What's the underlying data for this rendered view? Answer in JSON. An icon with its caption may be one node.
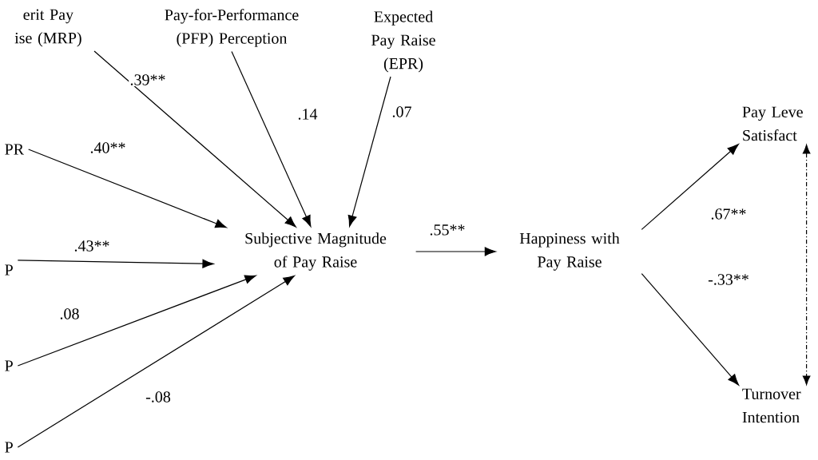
{
  "diagram": {
    "nodes": [
      {
        "text": [
          "erit Pay ise (MRP)"
        ]
      },
      {
        "text": [
          "Pay-for-Performance (PFP) Perception"
        ]
      },
      {
        "text": [
          "Expected Pay Raise (EPR)"
        ]
      },
      {
        "text": [
          "PR"
        ]
      },
      {
        "text": [
          "P"
        ]
      },
      {
        "text": [
          "P"
        ]
      },
      {
        "text": [
          "P"
        ]
      },
      {
        "text": [
          "Subjective Magnitude of Pay Raise"
        ]
      },
      {
        "text": [
          "Happiness with Pay Raise"
        ]
      },
      {
        "text": [
          "Pay Leve Satisfact"
        ]
      },
      {
        "text": [
          "Turnover Intention"
        ]
      }
    ],
    "edges": [
      {
        "from": 0,
        "to": 7,
        "arrow": "to",
        "label": ".39**"
      },
      {
        "from": 1,
        "to": 7,
        "arrow": "to",
        "label": ".14"
      },
      {
        "from": 2,
        "to": 7,
        "arrow": "to",
        "label": ".07"
      },
      {
        "from": 3,
        "to": 7,
        "arrow": "to",
        "label": ".40**"
      },
      {
        "from": 4,
        "to": 7,
        "arrow": "to",
        "label": ".43**"
      },
      {
        "from": 5,
        "to": 7,
        "arrow": "to",
        "label": ".08"
      },
      {
        "from": 6,
        "to": 7,
        "arrow": "to",
        "label": "-.08"
      },
      {
        "from": 7,
        "to": 8,
        "arrow": "to",
        "label": ".55**"
      },
      {
        "from": 8,
        "to": 9,
        "arrow": "to",
        "label": ".67**"
      },
      {
        "from": 8,
        "to": 10,
        "arrow": "to",
        "label": "-.33**"
      },
      {
        "from": 9,
        "to": 10,
        "arrow": "both",
        "style": "dashed"
      }
    ]
  }
}
